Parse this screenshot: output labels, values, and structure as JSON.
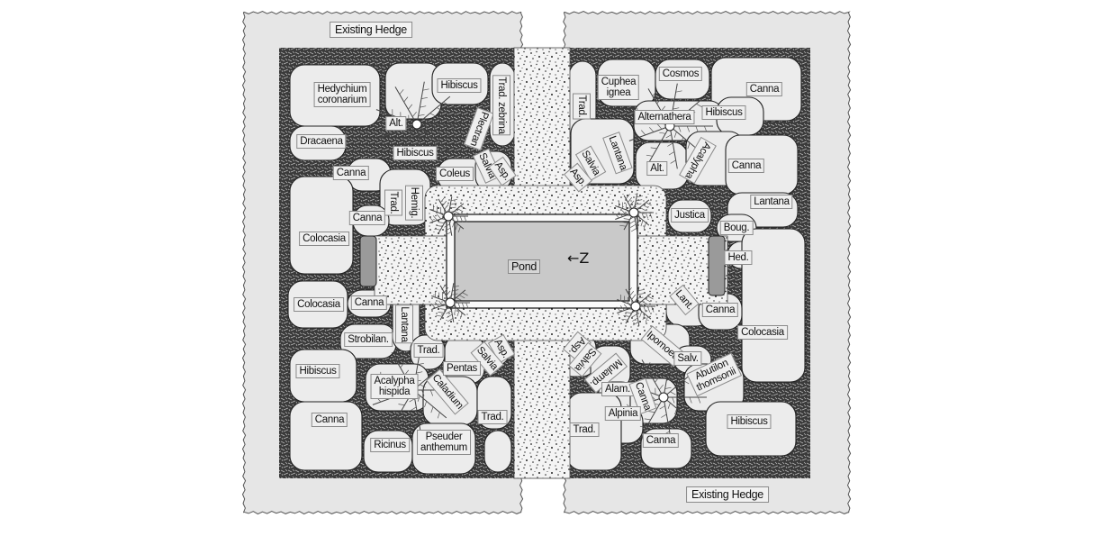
{
  "diagram": {
    "hedges": [
      "Existing Hedge",
      "Existing Hedge"
    ],
    "pond_label": "Pond",
    "north_arrow": "←Z",
    "plants": {
      "hedychium": "Hedychium\ncoronarium",
      "alt_1": "Alt.",
      "hibiscus_top_left": "Hibiscus",
      "plectran": "Plectran",
      "trad_zebrina": "Trad. zebrina",
      "dracaena": "Dracaena",
      "hibiscus_palm_left": "Hibiscus",
      "coleus": "Coleus",
      "salvia_1": "Salvia",
      "asp_1": "Asp.",
      "canna_1": "Canna",
      "trad_1": "Trad.",
      "hemig": "Hemig.",
      "canna_2": "Canna",
      "colocasia_1": "Colocasia",
      "colocasia_2": "Colocasia",
      "canna_3": "Canna",
      "lantana_1": "Lantana",
      "strobilan": "Strobilan.",
      "trad_2": "Trad.",
      "asp_2": "Asp.",
      "salvia_2": "Salvia",
      "hibiscus_left": "Hibiscus",
      "acalypha_hispida": "Acalypha\nhispida",
      "caladium": "Caladium",
      "pentas": "Pentas",
      "canna_4": "Canna",
      "trad_3": "Trad.",
      "ricinus": "Ricinus",
      "pseuder": "Pseuder\nanthemum",
      "cuphea": "Cuphea\nignea",
      "cosmos": "Cosmos",
      "canna_5": "Canna",
      "trad_4": "Trad.",
      "alternathera": "Alternathera",
      "hibiscus_right": "Hibiscus",
      "lantana_2": "Lantana",
      "salvia_3": "Salvia",
      "asp_3": "Asp.",
      "alt_2": "Alt.",
      "acalypha": "Acalypha",
      "canna_6": "Canna",
      "lantana_3": "Lantana",
      "justica": "Justica",
      "boug": "Boug.",
      "hed": "Hed.",
      "lant": "Lant.",
      "canna_7": "Canna",
      "colocasia_3": "Colocasia",
      "asp_4": "Asp.",
      "salvia_4": "Salvia",
      "ipomoea": "Ipomoea",
      "mulamp": "Mulamp.",
      "salv": "Salv.",
      "abutilon": "Abutilon\nthomsonii",
      "alam": "Alam.",
      "canna_8": "Canna",
      "alpinia": "Alpinia",
      "trad_5": "Trad.",
      "canna_9": "Canna",
      "hibiscus_bottom_right": "Hibiscus"
    }
  }
}
